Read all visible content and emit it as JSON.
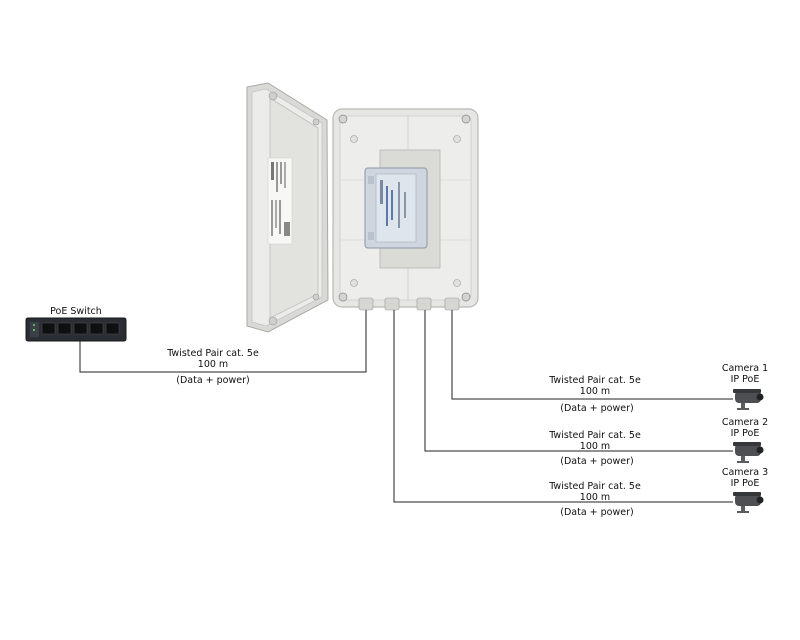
{
  "switch": {
    "label": "PoE Switch"
  },
  "uplink": {
    "cable_type": "Twisted Pair cat. 5e",
    "length": "100 m",
    "payload": "(Data + power)"
  },
  "cameras": [
    {
      "name": "Camera 1",
      "type": "IP PoE",
      "cable_type": "Twisted Pair cat. 5e",
      "length": "100 m",
      "payload": "(Data + power)"
    },
    {
      "name": "Camera 2",
      "type": "IP PoE",
      "cable_type": "Twisted Pair cat. 5e",
      "length": "100 m",
      "payload": "(Data + power)"
    },
    {
      "name": "Camera 3",
      "type": "IP PoE",
      "cable_type": "Twisted Pair cat. 5e",
      "length": "100 m",
      "payload": "(Data + power)"
    }
  ],
  "colors": {
    "enclosure": "#e6e6e4",
    "enclosure_edge": "#b8b8b4",
    "module": "#cfd6df",
    "switch_body": "#2a2d33",
    "camera_body": "#4d4f52",
    "wire": "#222222"
  }
}
